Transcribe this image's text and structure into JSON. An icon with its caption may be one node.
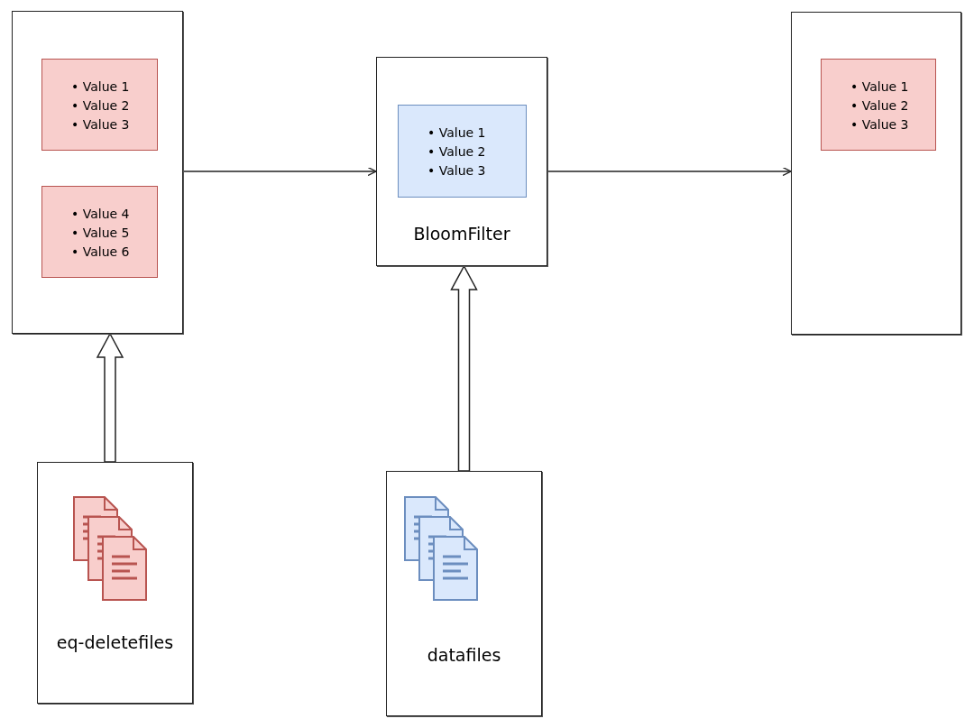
{
  "diagram": {
    "nodes": [
      {
        "text": [],
        "shape": "box"
      },
      {
        "text": [
          "• Value 1",
          "• Value 2",
          "• Value 3"
        ],
        "in": 0
      },
      {
        "text": [
          "• Value 4",
          "• Value 5",
          "• Value 6"
        ],
        "in": 0
      },
      {
        "text": [
          "BloomFilter"
        ]
      },
      {
        "text": [
          "• Value 1",
          "• Value 2",
          "• Value 3"
        ],
        "in": 3
      },
      {
        "text": [],
        "shape": "box"
      },
      {
        "text": [
          "• Value 1",
          "• Value 2",
          "• Value 3"
        ],
        "in": 5
      },
      {
        "text": [
          "eq-deletefiles"
        ]
      },
      {
        "text": [
          "datafiles"
        ]
      }
    ],
    "edges": [
      {
        "from": 0,
        "to": 3,
        "arrow": "to"
      },
      {
        "from": 3,
        "to": 5,
        "arrow": "to"
      },
      {
        "from": 7,
        "to": 0,
        "arrow": "to",
        "style": "thick"
      },
      {
        "from": 8,
        "to": 3,
        "arrow": "to",
        "style": "thick"
      }
    ]
  }
}
